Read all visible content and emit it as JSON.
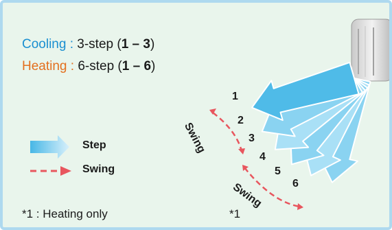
{
  "modes": {
    "cooling": {
      "name": "Cooling",
      "sep": " : ",
      "desc_prefix": "3-step (",
      "range": "1 – 3",
      "desc_suffix": ")",
      "color": "#1a8fd1"
    },
    "heating": {
      "name": "Heating",
      "sep": " : ",
      "desc_prefix": "6-step (",
      "range": "1 – 6",
      "desc_suffix": ")",
      "color": "#e36f1e"
    }
  },
  "legend": {
    "step_label": "Step",
    "swing_label": "Swing"
  },
  "steps": [
    "1",
    "2",
    "3",
    "4",
    "5",
    "6"
  ],
  "swing_labels": [
    "Swing",
    "Swing"
  ],
  "footnote": {
    "text": "*1 : Heating only",
    "marker": "*1"
  },
  "colors": {
    "background": "#e9f5ec",
    "border": "#aed9ef",
    "airflow": "#5cc4ec",
    "swing_arrow": "#e8565e"
  }
}
